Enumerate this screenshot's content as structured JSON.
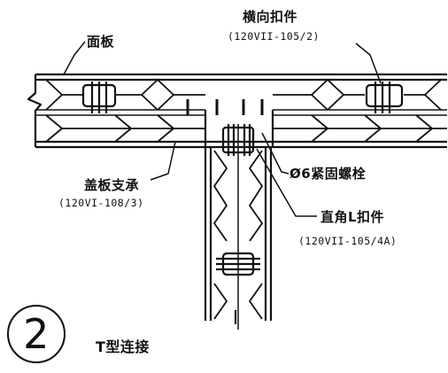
{
  "labels": {
    "panel": "面板",
    "horizontal_clip": "横向扣件",
    "horizontal_clip_code": "(120VII-105/2)",
    "cover_support": "盖板支承",
    "cover_support_code": "(120VI-108/3)",
    "bolt": "Ø6紧固螺栓",
    "angle_clip": "直角L扣件",
    "angle_clip_code": "(120VII-105/4A)"
  },
  "detail": {
    "number": "2",
    "title": "T型连接"
  }
}
